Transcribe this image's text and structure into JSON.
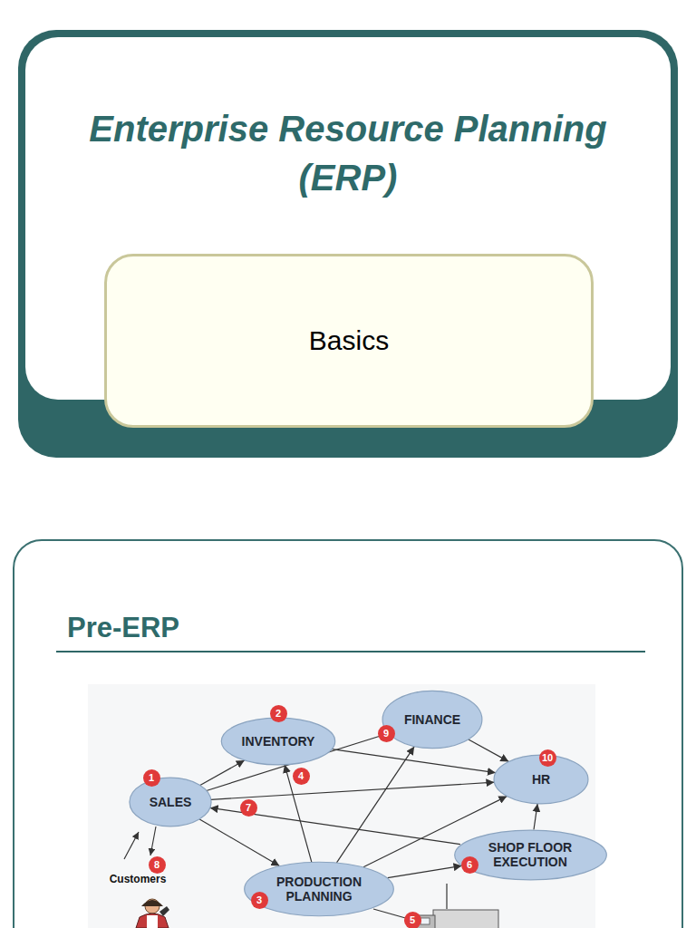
{
  "diagram": {
    "nodes": [
      {
        "text": [
          "Enterprise Resource Planning (ERP)"
        ]
      },
      {
        "text": [
          "Basics"
        ],
        "in": 0
      },
      {
        "text": [
          "Pre-ERP"
        ]
      },
      {
        "text": [
          "FINANCE"
        ],
        "in": 2
      },
      {
        "text": [
          "INVENTORY"
        ],
        "in": 2
      },
      {
        "text": [
          "HR"
        ],
        "in": 2
      },
      {
        "text": [
          "SALES"
        ],
        "in": 2
      },
      {
        "text": [
          "SHOP FLOOR EXECUTION"
        ],
        "in": 2
      },
      {
        "text": [
          "PRODUCTION PLANNING"
        ],
        "in": 2
      }
    ],
    "edges": [
      {
        "from": 6,
        "to": 4,
        "arrow": "to"
      },
      {
        "from": 6,
        "to": 3,
        "arrow": "to"
      },
      {
        "from": 6,
        "to": 5,
        "arrow": "to"
      },
      {
        "from": 6,
        "to": 8,
        "arrow": "to"
      },
      {
        "from": 4,
        "to": 5,
        "arrow": "to"
      },
      {
        "from": 8,
        "to": 4,
        "arrow": "to"
      },
      {
        "from": 8,
        "to": 3,
        "arrow": "to"
      },
      {
        "from": 8,
        "to": 5,
        "arrow": "to"
      },
      {
        "from": 8,
        "to": 7,
        "arrow": "to"
      },
      {
        "from": 7,
        "to": 6,
        "arrow": "to"
      },
      {
        "from": 7,
        "to": 5,
        "arrow": "to"
      },
      {
        "from": 3,
        "to": 5,
        "arrow": "to"
      }
    ],
    "labels": [
      "Customers",
      "1",
      "2",
      "3",
      "4",
      "5",
      "6",
      "7",
      "8",
      "9",
      "10"
    ]
  }
}
